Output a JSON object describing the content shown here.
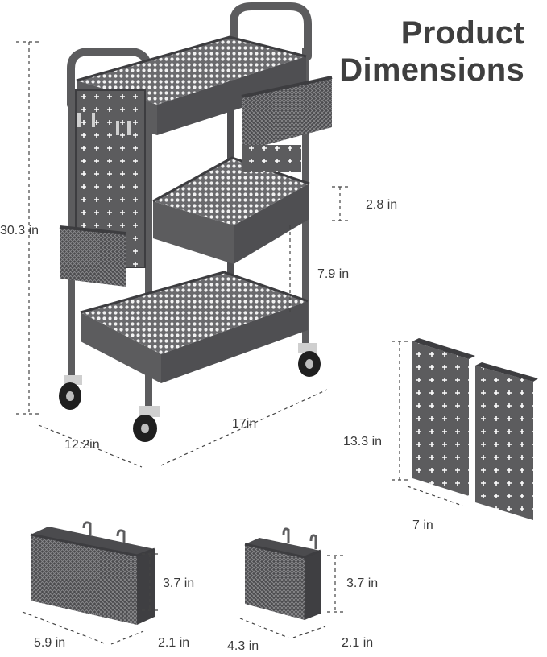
{
  "title": {
    "line1": "Product",
    "line2": "Dimensions"
  },
  "colors": {
    "product": "#5c5c5e",
    "product_dark": "#3d3d40",
    "text": "#3b3b3b",
    "dash": "#444444"
  },
  "cart": {
    "height": "30.3 in",
    "width": "12.2in",
    "length": "17in",
    "shelf_gap_small": "2.8 in",
    "shelf_gap_large": "7.9 in"
  },
  "pegboard": {
    "height": "13.3 in",
    "width": "7 in"
  },
  "large_basket": {
    "height": "3.7 in",
    "length": "5.9 in",
    "depth": "2.1 in"
  },
  "small_basket": {
    "height": "3.7 in",
    "length": "4.3 in",
    "depth": "2.1 in"
  }
}
